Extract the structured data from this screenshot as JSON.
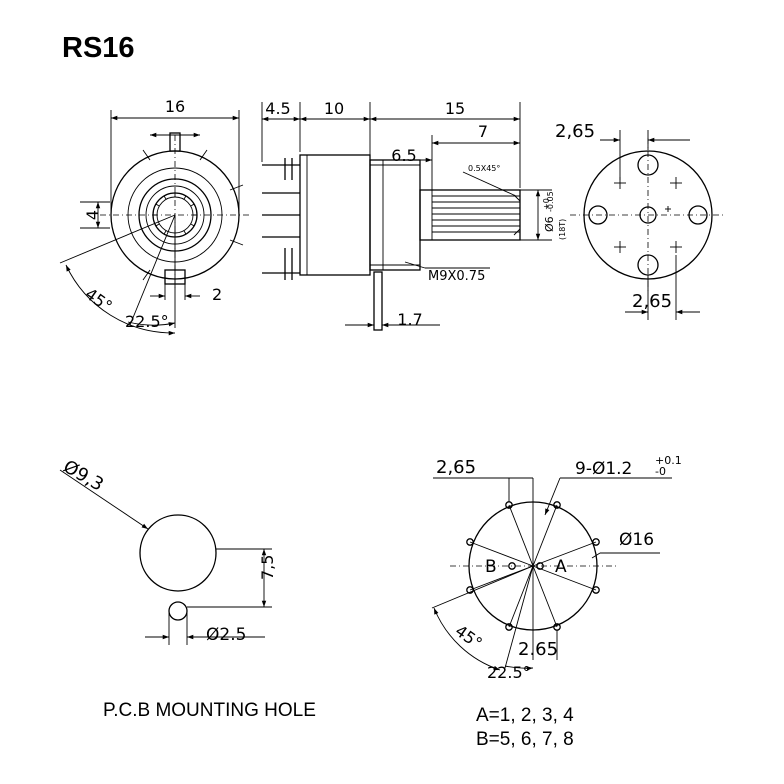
{
  "title": "RS16",
  "dims": {
    "front_width": "16",
    "d_4_5": "4.5",
    "d_10": "10",
    "d_15": "15",
    "d_6_5": "6.5",
    "d_7": "7",
    "chamfer": "0.5X45°",
    "shaft_dia": "Ø6",
    "shaft_tol_top": "+0",
    "shaft_tol_bottom": "-0.05",
    "shaft_alt": "(18T)",
    "thread": "M9X0.75",
    "d_1_7": "1.7",
    "front_4": "4",
    "front_2": "2",
    "angle_45": "45°",
    "angle_22_5": "22.5°",
    "rear_2_65_top": "2,65",
    "rear_2_65_bottom": "2,65",
    "hole_dia_9_3": "Ø9,3",
    "hole_7_5": "7,5",
    "hole_dia_2_5": "Ø2.5",
    "pcb_2_65_top": "2,65",
    "pcb_holes": "9-Ø1.2",
    "pcb_holes_tol_top": "+0.1",
    "pcb_holes_tol_bottom": "-0",
    "pcb_dia_16": "Ø16",
    "pcb_label_b": "B",
    "pcb_label_a": "A",
    "pcb_angle_45": "45°",
    "pcb_2_65_bottom": "2.65",
    "pcb_angle_22_5": "22.5°"
  },
  "captions": {
    "pcb_mounting": "P.C.B MOUNTING HOLE",
    "a_pins": "A=1, 2, 3, 4",
    "b_pins": "B=5, 6, 7, 8"
  }
}
